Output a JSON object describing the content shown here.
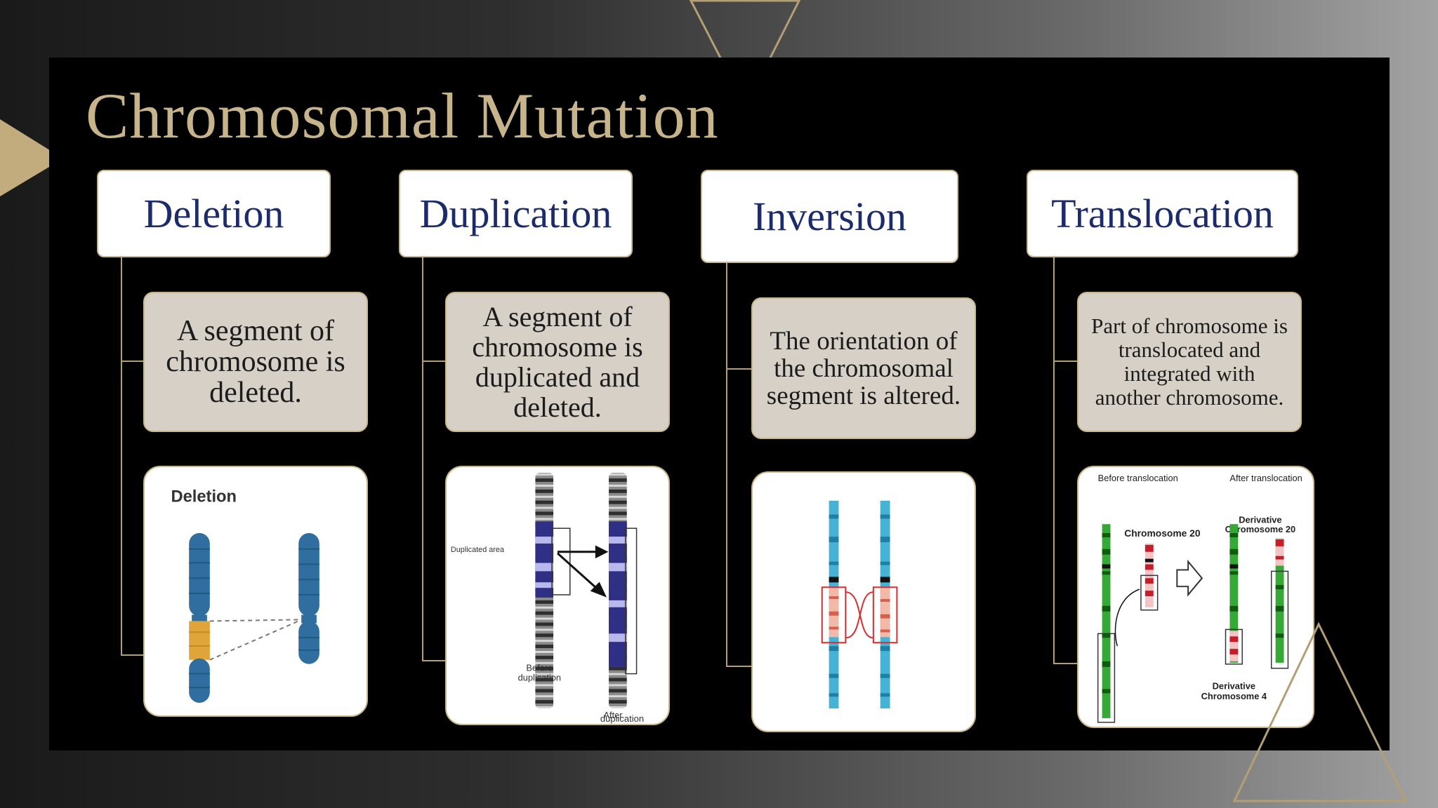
{
  "slide": {
    "title": "Chromosomal Mutation",
    "columns": [
      {
        "heading": "Deletion",
        "description": "A segment of chromosome is deleted.",
        "diagram": {
          "label": "Deletion"
        }
      },
      {
        "heading": "Duplication",
        "description": "A segment of chromosome is duplicated and deleted.",
        "diagram": {
          "area_label": "Duplicated area",
          "before_label": [
            "Before",
            "duplication"
          ],
          "after_label": [
            "After",
            "duplication"
          ]
        }
      },
      {
        "heading": "Inversion",
        "description": "The orientation of the chromosomal segment is altered."
      },
      {
        "heading": "Translocation",
        "description": "Part of chromosome is translocated and integrated with another chromosome.",
        "diagram": {
          "before_label": "Before translocation",
          "after_label": "After translocation",
          "chr20_label": "Chromosome 20",
          "deriv20_label": [
            "Derivative",
            "Chromosome 20"
          ],
          "deriv4_label": [
            "Derivative",
            "Chromosome 4"
          ]
        }
      }
    ]
  },
  "colors": {
    "gold": "#c7b48a",
    "heading_text": "#1b2b6b",
    "desc_fill": "#d6d0c6",
    "stage": "#000000"
  }
}
